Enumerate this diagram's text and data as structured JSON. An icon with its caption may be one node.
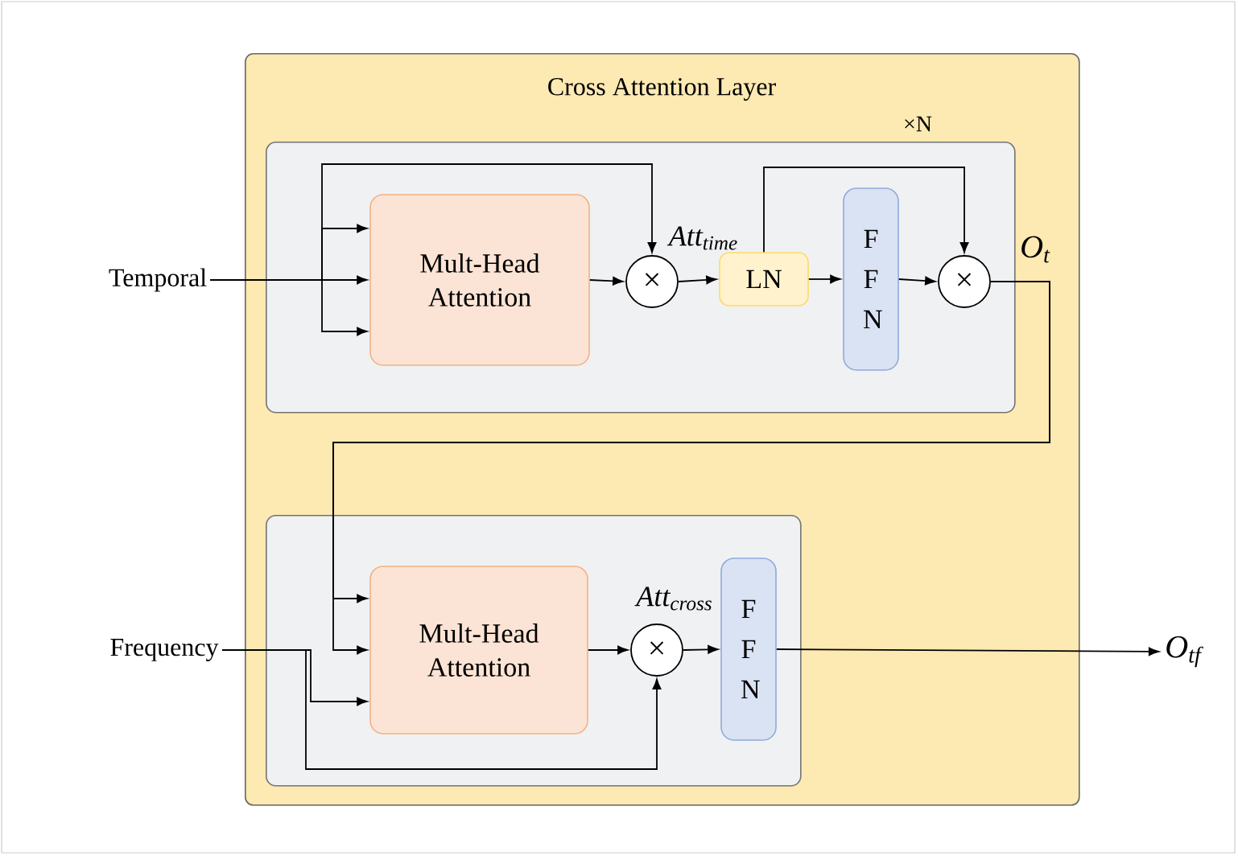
{
  "diagram": {
    "nodes": [
      {
        "text": [
          "Cross Attention Layer"
        ]
      },
      {
        "text": [],
        "shape": "box",
        "in": 0,
        "beside": [
          "×N"
        ]
      },
      {
        "text": [
          "Temporal"
        ]
      },
      {
        "text": [
          "Mult-Head Attention"
        ],
        "in": 1
      },
      {
        "text": [
          "×"
        ],
        "in": 1,
        "beside": [
          "Att$_{time}$"
        ]
      },
      {
        "text": [
          "LN"
        ],
        "in": 1
      },
      {
        "text": [
          "F F N"
        ],
        "in": 1
      },
      {
        "text": [
          "×"
        ],
        "in": 1
      },
      {
        "text": [],
        "shape": "box",
        "in": 0
      },
      {
        "text": [
          "Frequency"
        ]
      },
      {
        "text": [
          "Mult-Head Attention"
        ],
        "in": 8
      },
      {
        "text": [
          "×"
        ],
        "in": 8,
        "beside": [
          "Att$_{cross}$"
        ]
      },
      {
        "text": [
          "F F N"
        ],
        "in": 8
      },
      {
        "text": [
          "O$_{tf}$"
        ]
      }
    ],
    "edges": [
      {
        "from": 2,
        "to": 3,
        "arrow": "to"
      },
      {
        "from": 2,
        "to": 3,
        "arrow": "to"
      },
      {
        "from": 2,
        "to": 3,
        "arrow": "to"
      },
      {
        "from": 2,
        "to": 4,
        "arrow": "to"
      },
      {
        "from": 3,
        "to": 4,
        "arrow": "to"
      },
      {
        "from": 4,
        "to": 5,
        "arrow": "to"
      },
      {
        "from": 5,
        "to": 6,
        "arrow": "to"
      },
      {
        "from": 5,
        "to": 7,
        "arrow": "to"
      },
      {
        "from": 6,
        "to": 7,
        "arrow": "to"
      },
      {
        "from": 7,
        "to": 10,
        "arrow": "to",
        "label": "O$_{t}$"
      },
      {
        "from": 7,
        "to": 10,
        "arrow": "to"
      },
      {
        "from": 9,
        "to": 10,
        "arrow": "to"
      },
      {
        "from": 9,
        "to": 11,
        "arrow": "to"
      },
      {
        "from": 10,
        "to": 11,
        "arrow": "to"
      },
      {
        "from": 11,
        "to": 12,
        "arrow": "to"
      },
      {
        "from": 12,
        "to": 13,
        "arrow": "to"
      }
    ]
  }
}
